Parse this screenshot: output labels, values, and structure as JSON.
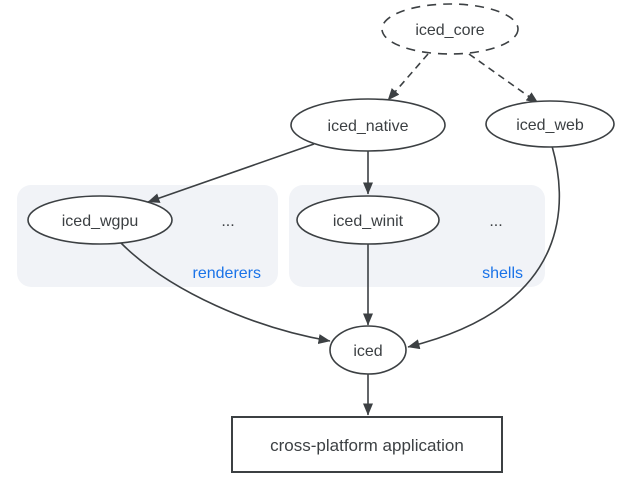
{
  "diagram": {
    "background": "#ffffff",
    "colors": {
      "stroke": "#3c4043",
      "text": "#3c4043",
      "group_fill": "#f1f3f7",
      "group_label_blue": "#1a73e8",
      "node_fill": "#ffffff"
    },
    "nodes": {
      "iced_core": {
        "label": "iced_core",
        "shape": "ellipse",
        "border": "dashed"
      },
      "iced_native": {
        "label": "iced_native",
        "shape": "ellipse",
        "border": "solid"
      },
      "iced_web": {
        "label": "iced_web",
        "shape": "ellipse",
        "border": "solid"
      },
      "iced_wgpu": {
        "label": "iced_wgpu",
        "shape": "ellipse",
        "border": "solid"
      },
      "iced_winit": {
        "label": "iced_winit",
        "shape": "ellipse",
        "border": "solid"
      },
      "iced": {
        "label": "iced",
        "shape": "ellipse",
        "border": "solid"
      },
      "application": {
        "label": "cross-platform application",
        "shape": "rectangle",
        "border": "solid"
      }
    },
    "groups": {
      "renderers": {
        "label": "renderers",
        "ellipsis": "...",
        "contains": [
          "iced_wgpu"
        ]
      },
      "shells": {
        "label": "shells",
        "ellipsis": "...",
        "contains": [
          "iced_winit"
        ]
      }
    },
    "edges": [
      {
        "from": "iced_core",
        "to": "iced_native",
        "style": "dashed"
      },
      {
        "from": "iced_core",
        "to": "iced_web",
        "style": "dashed"
      },
      {
        "from": "iced_native",
        "to": "iced_wgpu",
        "style": "solid"
      },
      {
        "from": "iced_native",
        "to": "iced_winit",
        "style": "solid"
      },
      {
        "from": "iced_wgpu",
        "to": "iced",
        "style": "solid"
      },
      {
        "from": "iced_winit",
        "to": "iced",
        "style": "solid"
      },
      {
        "from": "iced_web",
        "to": "iced",
        "style": "solid"
      },
      {
        "from": "iced",
        "to": "application",
        "style": "solid"
      }
    ]
  }
}
